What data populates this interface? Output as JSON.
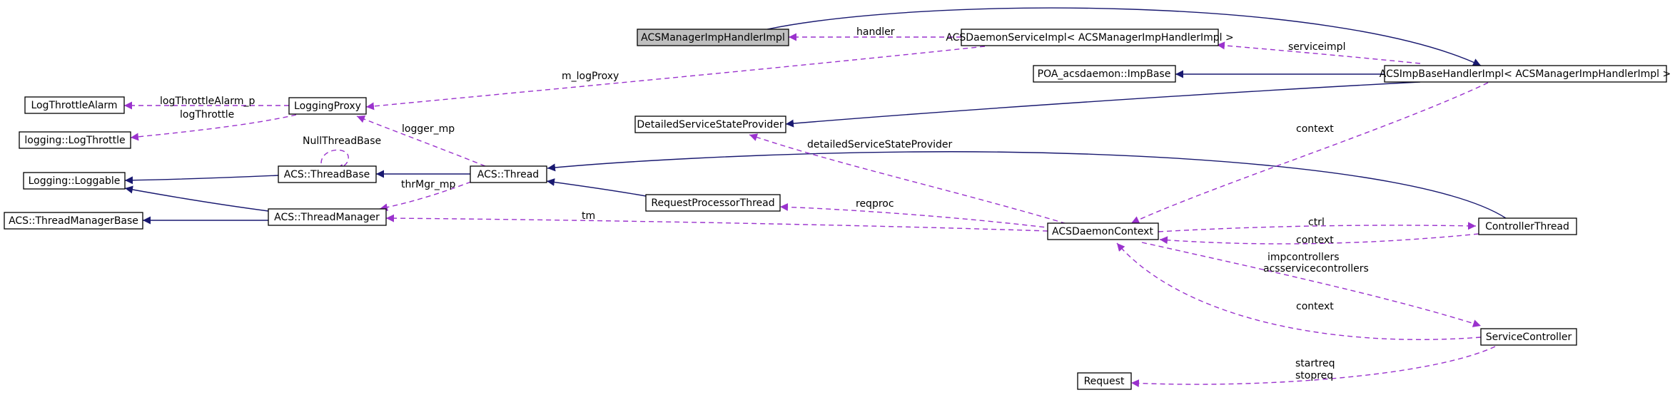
{
  "colors": {
    "inheritance": "#191970",
    "usage": "#9a32cd",
    "highlight_fill": "#bfbfbf"
  },
  "nodes": {
    "acs_manager_imp_handler_impl": "ACSManagerImpHandlerImpl",
    "acs_daemon_service_impl": "ACSDaemonServiceImpl< ACSManagerImpHandlerImpl >",
    "poa_imp_base": "POA_acsdaemon::ImpBase",
    "acs_imp_base_handler_impl": "ACSImpBaseHandlerImpl< ACSManagerImpHandlerImpl >",
    "detailed_service_state_provider": "DetailedServiceStateProvider",
    "log_throttle_alarm": "LogThrottleAlarm",
    "logging_log_throttle": "logging::LogThrottle",
    "logging_proxy": "LoggingProxy",
    "logging_loggable": "Logging::Loggable",
    "acs_thread_base": "ACS::ThreadBase",
    "acs_thread": "ACS::Thread",
    "acs_thread_manager_base": "ACS::ThreadManagerBase",
    "acs_thread_manager": "ACS::ThreadManager",
    "request_processor_thread": "RequestProcessorThread",
    "acs_daemon_context": "ACSDaemonContext",
    "controller_thread": "ControllerThread",
    "service_controller": "ServiceController",
    "request": "Request"
  },
  "edge_labels": {
    "handler": "handler",
    "serviceimpl": "serviceimpl",
    "m_logproxy": "m_logProxy",
    "log_throttle_alarm_p": "logThrottleAlarm_p",
    "log_throttle": "logThrottle",
    "null_thread_base": "NullThreadBase",
    "logger_mp": "logger_mp",
    "thr_mgr_mp": "thrMgr_mp",
    "tm": "tm",
    "detailed_service_state_provider": "detailedServiceStateProvider",
    "context_top": "context",
    "reqproc": "reqproc",
    "ctrl": "ctrl",
    "context_ctrl": "context",
    "impcontrollers": "impcontrollers",
    "acsservicecontrollers": "acsservicecontrollers",
    "context_sc": "context",
    "startreq": "startreq",
    "stopreq": "stopreq"
  }
}
